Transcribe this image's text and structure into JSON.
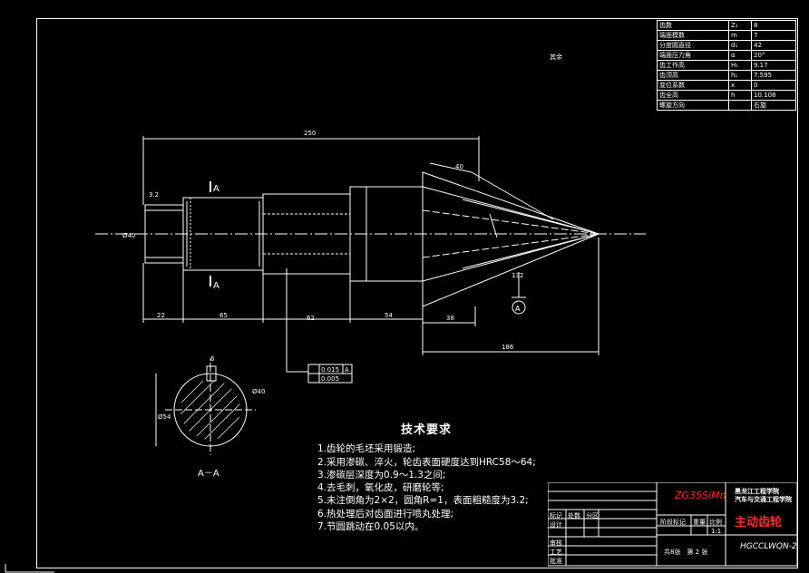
{
  "params": {
    "rows": [
      {
        "name": "齿数",
        "sym": "Z₁",
        "val": "8"
      },
      {
        "name": "端面模数",
        "sym": "m",
        "val": "7"
      },
      {
        "name": "分度圆直径",
        "sym": "d₁",
        "val": "42"
      },
      {
        "name": "端面压力角",
        "sym": "α",
        "val": "20°"
      },
      {
        "name": "齿工作高",
        "sym": "H₁",
        "val": "9.17"
      },
      {
        "name": "齿顶高",
        "sym": "h₁",
        "val": "7.595"
      },
      {
        "name": "变位系数",
        "sym": "x",
        "val": "0"
      },
      {
        "name": "齿全高",
        "sym": "h",
        "val": "10.108"
      },
      {
        "name": "螺旋方向",
        "sym": "",
        "val": "右旋"
      }
    ]
  },
  "rough_note": "其余",
  "dims": {
    "overall_len": "250",
    "seg1": "22",
    "seg2": "65",
    "seg3": "62",
    "seg4": "54",
    "seg5": "38",
    "seg6": "186",
    "left_dia": "Ø40",
    "cone_len": "132",
    "angle_top": "40",
    "section_dia": "Ø40",
    "section_width": "6",
    "section_height": "Ø54",
    "surface": "3.2"
  },
  "markers": {
    "section_top": "A",
    "section_bottom": "A",
    "datum": "A",
    "section_title": "A－A"
  },
  "fcf": {
    "row1_val": "0.015",
    "row1_ref": "A",
    "row2_val": "0.005"
  },
  "tech": {
    "title": "技术要求",
    "items": [
      "1.齿轮的毛坯采用锻造;",
      "2.采用渗碳、淬火，轮齿表面硬度达到HRC58～64;",
      "3.渗碳层深度为0.9～1.3之间;",
      "4.去毛刺，氧化皮，研磨轮等;",
      "5.未注倒角为2×2，圆角R=1，表面粗糙度为3.2;",
      "6.热处理后对齿面进行喷丸处理;",
      "7.节圆跳动在0.05以内。"
    ]
  },
  "title_block": {
    "material": "ZG35SiMn",
    "school": [
      "黑龙江工程学院",
      "汽车与交通工程学院"
    ],
    "part_name": "主动齿轮",
    "drawing_no": "HGCCLWQN-2",
    "scale": "1:1",
    "sheet_info": "共8张　第 2 张",
    "labels": {
      "l1": "标记",
      "l2": "处数",
      "l3": "分区",
      "l4": "设计",
      "l5": "审核",
      "l6": "工艺",
      "l7": "阶段标记",
      "l8": "重量",
      "l9": "比例",
      "l10": "批准"
    }
  },
  "colors": {
    "line": "#ffffff",
    "center": "#ffffff",
    "dim": "#ffffff",
    "title_red": "#ff2a2a"
  }
}
